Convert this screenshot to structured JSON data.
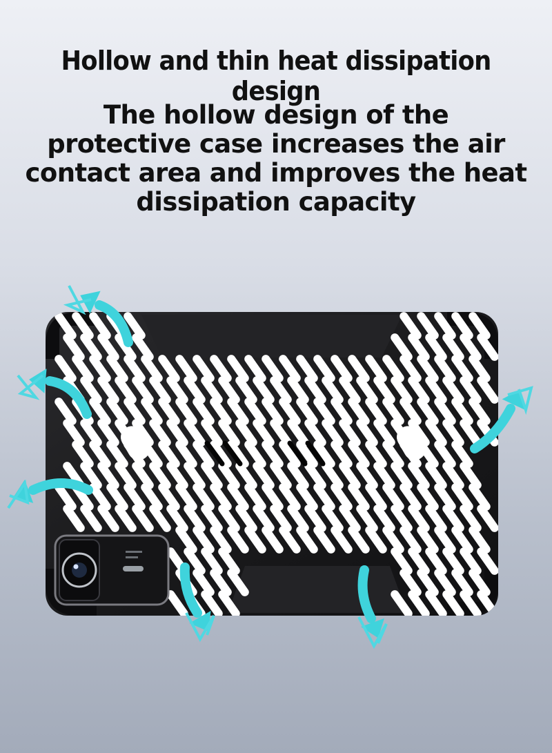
{
  "heading": "Hollow and thin heat dissipation design",
  "description_lines": [
    "The hollow design of the",
    "protective case increases the air",
    "contact area and improves the heat",
    "dissipation capacity"
  ],
  "colors": {
    "case": "#1c1c1e",
    "arrow": "#3fd3dc",
    "heading_text": "#111111"
  },
  "icons": {
    "arrow": "curved-arrow-icon",
    "camera": "camera-icon"
  }
}
